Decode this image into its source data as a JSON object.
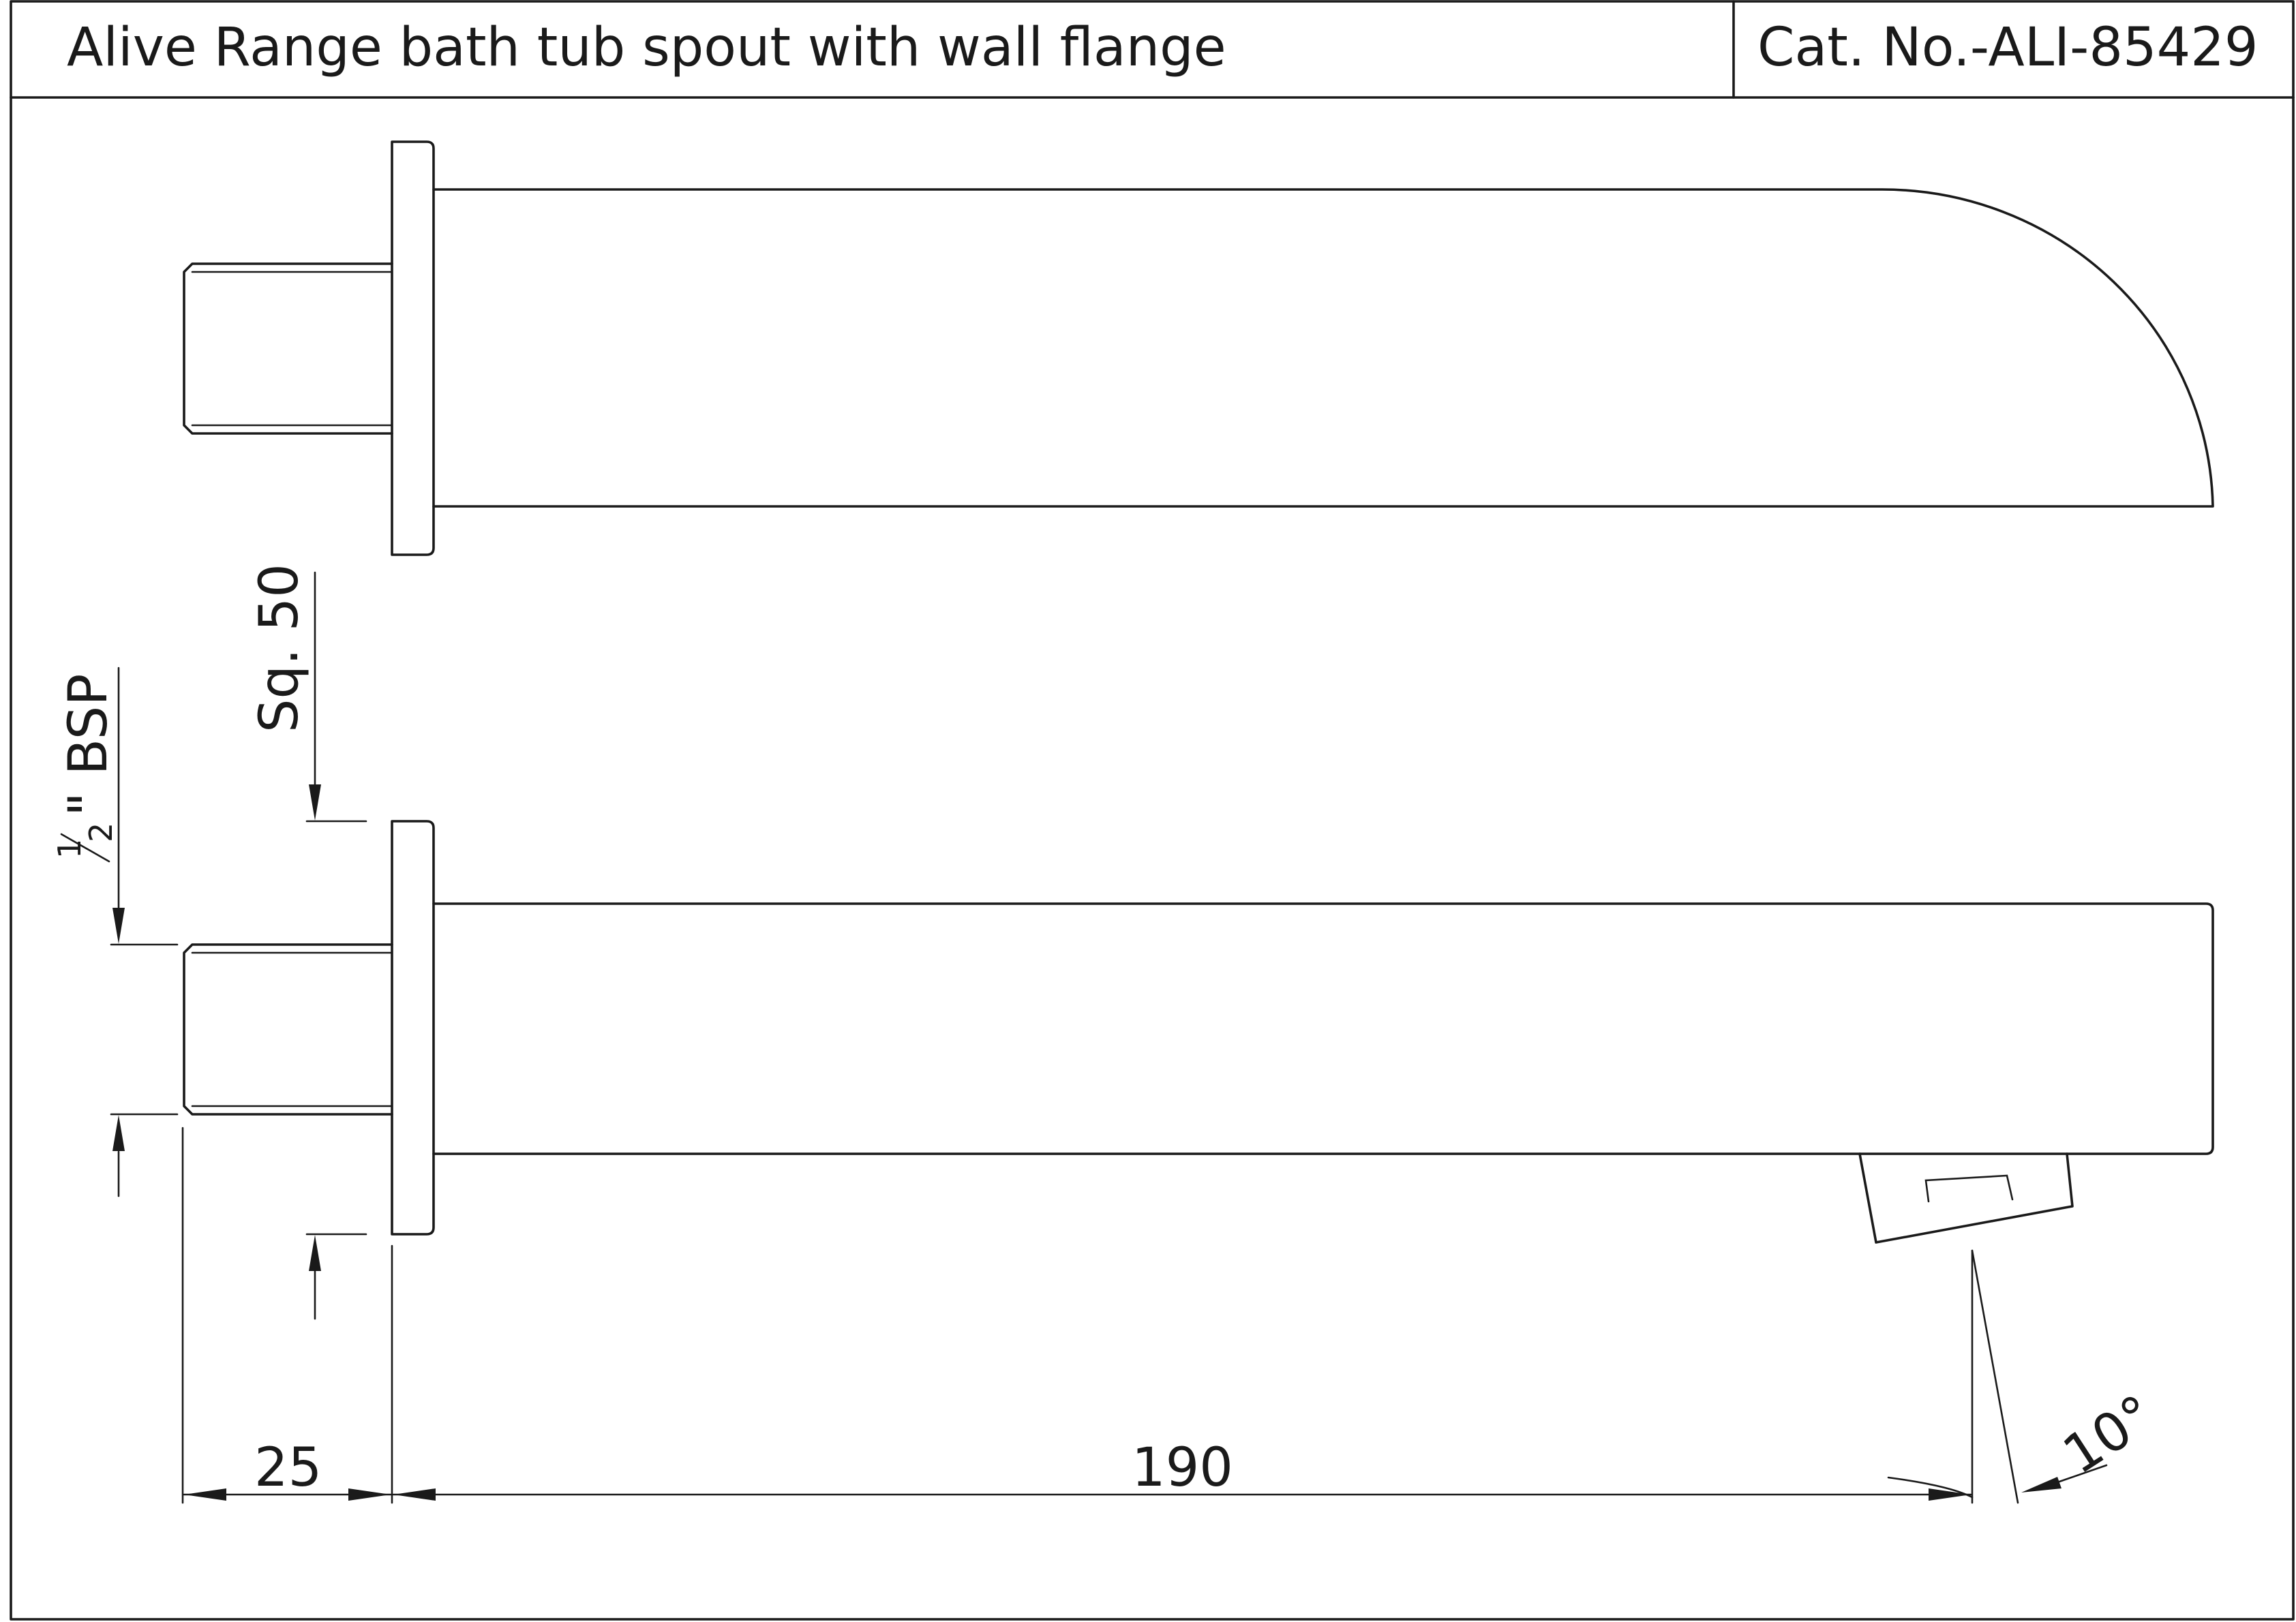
{
  "title_block": {
    "title": "Alive Range bath tub spout with wall flange",
    "catalog_number": "Cat. No.-ALI-85429"
  },
  "dimensions": {
    "thread_numerator": "1",
    "thread_denominator": "2",
    "thread_label": "\" BSP",
    "flange_size": "Sq. 50",
    "thread_length": "25",
    "spout_length": "190",
    "outlet_angle": "10°"
  },
  "colors": {
    "line": "#1a1a1a",
    "background": "#ffffff"
  }
}
